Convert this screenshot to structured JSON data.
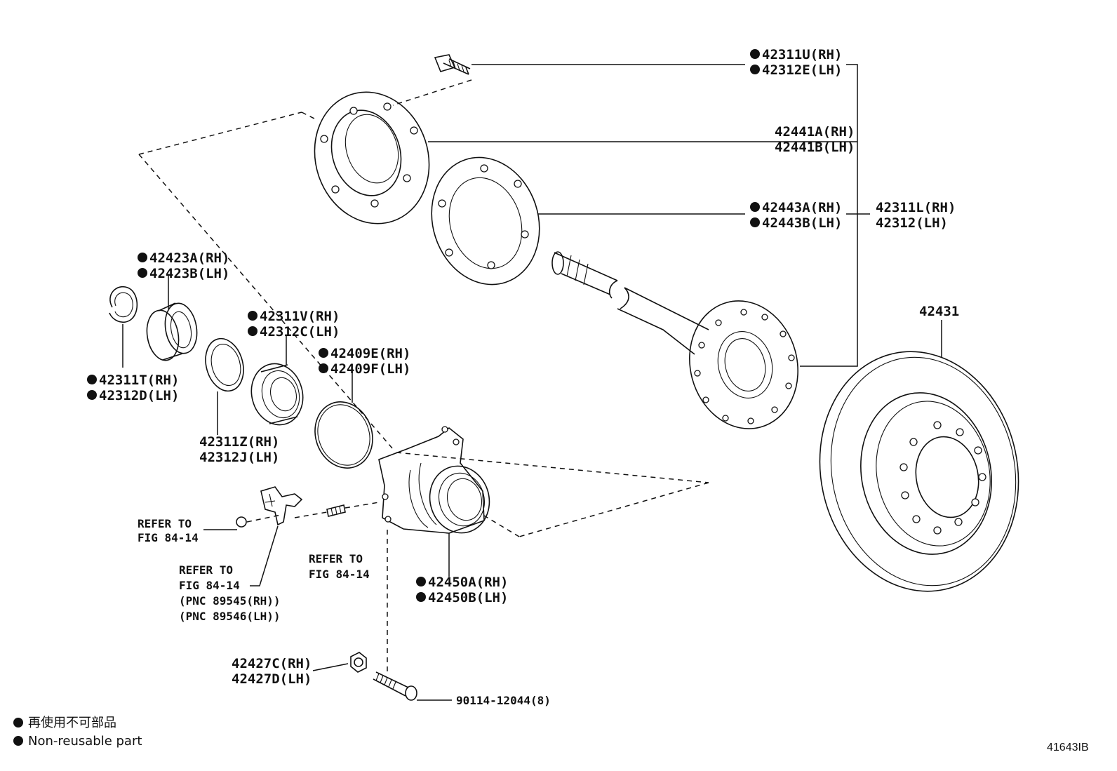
{
  "callouts": {
    "c_42311u": "42311U(RH)",
    "c_42312e": "42312E(LH)",
    "c_42441a": "42441A(RH)",
    "c_42441b": "42441B(LH)",
    "c_42443a": "42443A(RH)",
    "c_42443b": "42443B(LH)",
    "c_42311l": "42311L(RH)",
    "c_42312": "42312(LH)",
    "c_42431": "42431",
    "c_42423a": "42423A(RH)",
    "c_42423b": "42423B(LH)",
    "c_42311v": "42311V(RH)",
    "c_42312c": "42312C(LH)",
    "c_42409e": "42409E(RH)",
    "c_42409f": "42409F(LH)",
    "c_42311t": "42311T(RH)",
    "c_42312d": "42312D(LH)",
    "c_42311z": "42311Z(RH)",
    "c_42312j": "42312J(LH)",
    "c_refer1_a": "REFER TO",
    "c_refer1_b": "FIG 84-14",
    "c_refer2_a": "REFER TO",
    "c_refer2_b": "FIG 84-14",
    "c_pnc_rh": "(PNC 89545(RH))",
    "c_pnc_lh": "(PNC 89546(LH))",
    "c_refer3_a": "REFER TO",
    "c_refer3_b": "FIG 84-14",
    "c_42450a": "42450A(RH)",
    "c_42450b": "42450B(LH)",
    "c_42427c": "42427C(RH)",
    "c_42427d": "42427D(LH)",
    "c_90114": "90114-12044(8)"
  },
  "legend": {
    "japanese": "再使用不可部品",
    "english": "Non-reusable part"
  },
  "figure_code": "41643IB"
}
